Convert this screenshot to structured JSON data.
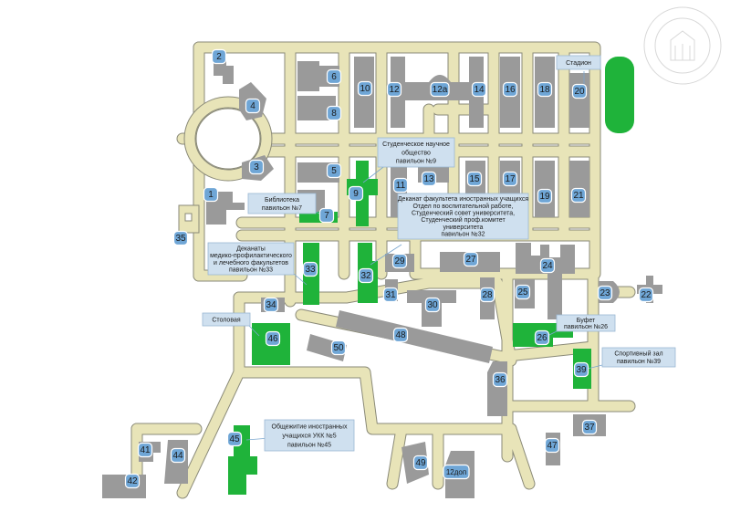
{
  "map": {
    "buildings": [
      {
        "id": "b1",
        "label": "1"
      },
      {
        "id": "b2",
        "label": "2"
      },
      {
        "id": "b3",
        "label": "3"
      },
      {
        "id": "b4",
        "label": "4"
      },
      {
        "id": "b5",
        "label": "5"
      },
      {
        "id": "b6",
        "label": "6"
      },
      {
        "id": "b7",
        "label": "7"
      },
      {
        "id": "b8",
        "label": "8"
      },
      {
        "id": "b9",
        "label": "9"
      },
      {
        "id": "b10",
        "label": "10"
      },
      {
        "id": "b11",
        "label": "11"
      },
      {
        "id": "b12",
        "label": "12"
      },
      {
        "id": "b12a",
        "label": "12а"
      },
      {
        "id": "b13",
        "label": "13"
      },
      {
        "id": "b14",
        "label": "14"
      },
      {
        "id": "b15",
        "label": "15"
      },
      {
        "id": "b16",
        "label": "16"
      },
      {
        "id": "b17",
        "label": "17"
      },
      {
        "id": "b18",
        "label": "18"
      },
      {
        "id": "b19",
        "label": "19"
      },
      {
        "id": "b20",
        "label": "20"
      },
      {
        "id": "b21",
        "label": "21"
      },
      {
        "id": "b22",
        "label": "22"
      },
      {
        "id": "b23",
        "label": "23"
      },
      {
        "id": "b24",
        "label": "24"
      },
      {
        "id": "b25",
        "label": "25"
      },
      {
        "id": "b26",
        "label": "26"
      },
      {
        "id": "b27",
        "label": "27"
      },
      {
        "id": "b28",
        "label": "28"
      },
      {
        "id": "b29",
        "label": "29"
      },
      {
        "id": "b30",
        "label": "30"
      },
      {
        "id": "b31",
        "label": "31"
      },
      {
        "id": "b32",
        "label": "32"
      },
      {
        "id": "b33",
        "label": "33"
      },
      {
        "id": "b34",
        "label": "34"
      },
      {
        "id": "b35",
        "label": "35"
      },
      {
        "id": "b36",
        "label": "36"
      },
      {
        "id": "b37",
        "label": "37"
      },
      {
        "id": "b39",
        "label": "39"
      },
      {
        "id": "b41",
        "label": "41"
      },
      {
        "id": "b42",
        "label": "42"
      },
      {
        "id": "b44",
        "label": "44"
      },
      {
        "id": "b45",
        "label": "45"
      },
      {
        "id": "b46",
        "label": "46"
      },
      {
        "id": "b47",
        "label": "47"
      },
      {
        "id": "b48",
        "label": "48"
      },
      {
        "id": "b49",
        "label": "49"
      },
      {
        "id": "b50",
        "label": "50"
      },
      {
        "id": "b12dop",
        "label": "12доп"
      }
    ],
    "callouts": {
      "stadium": [
        "Стадион"
      ],
      "sno": [
        "Студенческое научное",
        "общество",
        "павильон №9"
      ],
      "dekanat_foreign": [
        "Деканат факультета иностранных учащихся",
        "Отдел по воспитательной работе,",
        "Студенческий совет университета,",
        "Студенческий проф.комитет",
        "университета",
        "павильон №32"
      ],
      "library": [
        "Библиотека",
        "павильон №7"
      ],
      "dekanaty_medprof": [
        "Деканаты",
        "медико-профилактического",
        "и лечебного факультетов",
        "павильон №33"
      ],
      "canteen": [
        "Столовая"
      ],
      "buffet": [
        "Буфет",
        "павильон №26"
      ],
      "sportzal": [
        "Спортивный зал",
        "павильон №39"
      ],
      "dormitory": [
        "Общежитие иностранных",
        "учащихся УКК №5",
        "павильон №45"
      ]
    },
    "colors": {
      "road": "#e8e4b8",
      "road_edge": "#8a8a78",
      "building": "#9a9a9a",
      "green_pavilion": "#1fb33a",
      "badge": "#6fa6d6",
      "callout": "#cfe0ef"
    }
  }
}
